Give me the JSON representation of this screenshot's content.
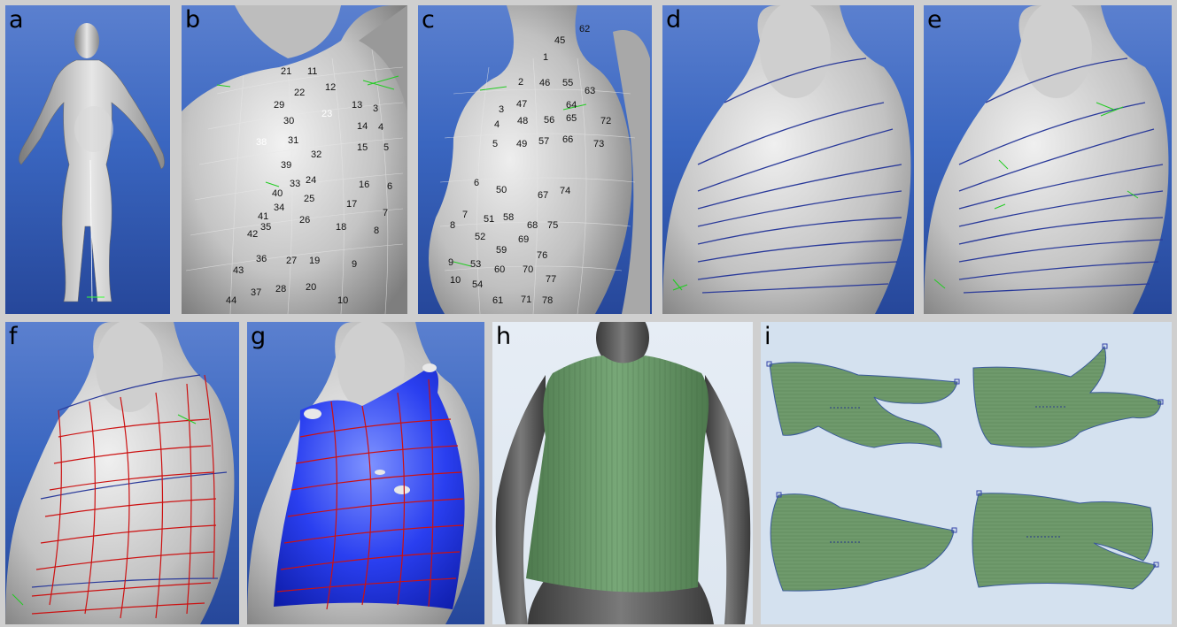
{
  "panels": [
    {
      "id": "a",
      "letter": "a"
    },
    {
      "id": "b",
      "letter": "b"
    },
    {
      "id": "c",
      "letter": "c"
    },
    {
      "id": "d",
      "letter": "d"
    },
    {
      "id": "e",
      "letter": "e"
    },
    {
      "id": "f",
      "letter": "f"
    },
    {
      "id": "g",
      "letter": "g"
    },
    {
      "id": "h",
      "letter": "h"
    },
    {
      "id": "i",
      "letter": "i"
    }
  ],
  "labels_b": [
    "21",
    "11",
    "12",
    "22",
    "29",
    "13",
    "3",
    "30",
    "23",
    "14",
    "4",
    "31",
    "38",
    "5",
    "15",
    "32",
    "39",
    "33",
    "24",
    "16",
    "6",
    "40",
    "34",
    "25",
    "17",
    "7",
    "41",
    "35",
    "26",
    "18",
    "8",
    "42",
    "36",
    "27",
    "19",
    "9",
    "43",
    "37",
    "28",
    "20",
    "10",
    "44"
  ],
  "labels_c": [
    "62",
    "45",
    "1",
    "2",
    "46",
    "55",
    "63",
    "3",
    "47",
    "64",
    "4",
    "48",
    "56",
    "65",
    "72",
    "5",
    "49",
    "57",
    "66",
    "73",
    "6",
    "50",
    "67",
    "74",
    "7",
    "51",
    "58",
    "68",
    "75",
    "8",
    "52",
    "59",
    "69",
    "76",
    "9",
    "53",
    "60",
    "70",
    "77",
    "10",
    "54",
    "61",
    "71",
    "78"
  ],
  "colors": {
    "viewport_blue": "#3a66c0",
    "body_silver": "#b8b8b8",
    "marker_lines": "#2a3a9a",
    "pattern_red": "#cc1111",
    "garment_blue": "#1a33e0",
    "fabric_green": "#6a9a6a",
    "pattern_bg": "#d4e1ef"
  }
}
